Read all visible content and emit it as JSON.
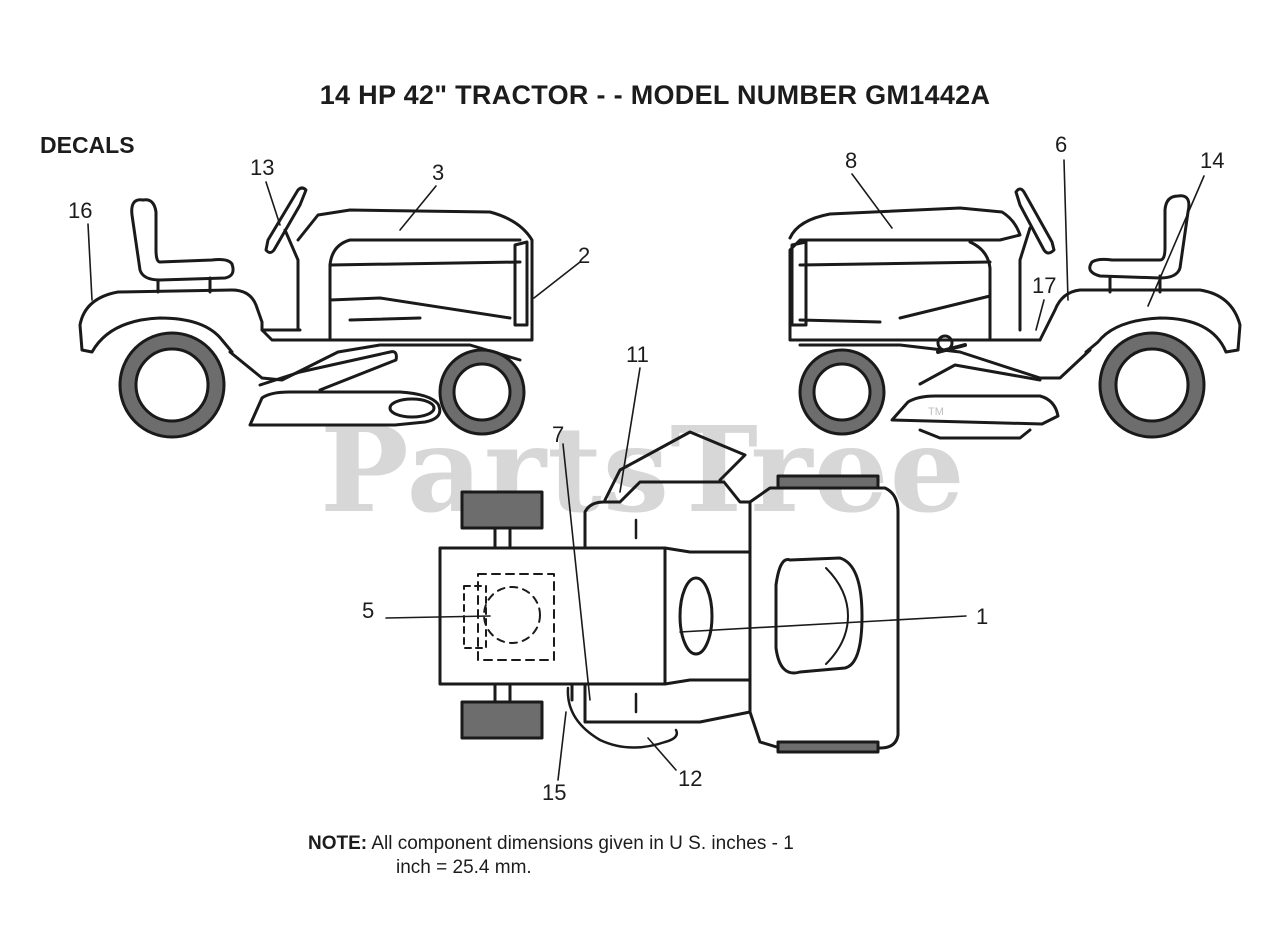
{
  "title": "14 HP 42\" TRACTOR - - MODEL NUMBER GM1442A",
  "section_label": "DECALS",
  "watermark": "PartsTree",
  "watermark_mark": "TM",
  "note": {
    "label": "NOTE:",
    "line1": "All component dimensions given in U S. inches - 1",
    "line2": "inch = 25.4 mm."
  },
  "callouts": {
    "c1": "1",
    "c2": "2",
    "c3": "3",
    "c5": "5",
    "c6": "6",
    "c7": "7",
    "c8": "8",
    "c11": "11",
    "c12": "12",
    "c13": "13",
    "c14": "14",
    "c15": "15",
    "c16": "16",
    "c17": "17"
  }
}
